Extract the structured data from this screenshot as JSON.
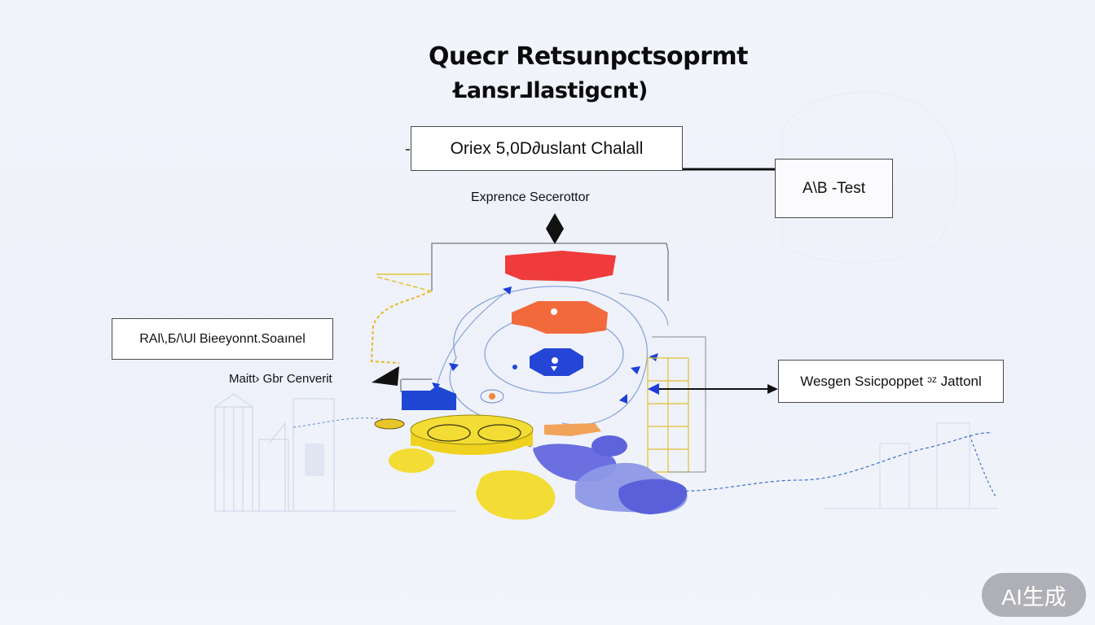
{
  "title": {
    "line1": "Quecr Retsunpctsoprmt",
    "line2": "Łansr⅃lastigcnt)"
  },
  "boxes": {
    "chart": "Oriex  5,0D∂uslant Chalall",
    "ab_test": "A\\B -Test",
    "left": "RAl\\,Б/\\Ul Bieeyonnt.Soaınel",
    "right": "Wesgen Ssicpoppet ᵓᶻ Jattonl"
  },
  "labels": {
    "experience_selector": "Exprence Secerottor",
    "match_convert": "Maitt› Gbr Cenverit"
  },
  "badge": "AI生成",
  "colors": {
    "red": "#ef3b3b",
    "orange": "#f26a3c",
    "blue": "#2445d6",
    "yellow": "#f3dc33",
    "purple": "#6b6fe0",
    "orange_light": "#f2a35a"
  }
}
